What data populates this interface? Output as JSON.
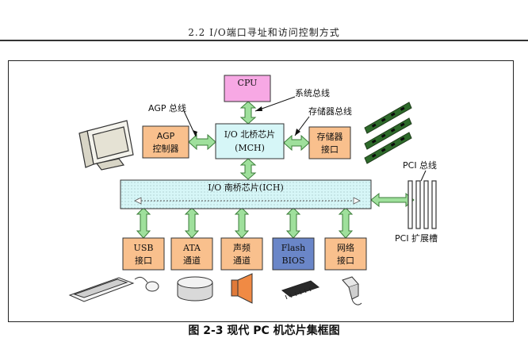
{
  "header": {
    "title": "2.2 I/O端口寻址和访问控制方式"
  },
  "diagram": {
    "cpu": "CPU",
    "system_bus": "系统总线",
    "agp_bus": "AGP 总线",
    "agp_controller": [
      "AGP",
      "控制器"
    ],
    "north_bridge": [
      "I/O 北桥芯片",
      "(MCH)"
    ],
    "memory_bus": "存储器总线",
    "memory_interface": [
      "存储器",
      "接口"
    ],
    "south_bridge": "I/O 南桥芯片(ICH)",
    "pci_bus": "PCI 总线",
    "pci_slots": "PCI 扩展槽",
    "interfaces": [
      {
        "lines": [
          "USB",
          "接口"
        ]
      },
      {
        "lines": [
          "ATA",
          "通道"
        ]
      },
      {
        "lines": [
          "声频",
          "通道"
        ]
      },
      {
        "lines": [
          "Flash",
          "BIOS"
        ]
      },
      {
        "lines": [
          "网络",
          "接口"
        ]
      }
    ]
  },
  "caption": "图 2-3 现代 PC 机芯片集框图",
  "colors": {
    "cpu": "#f7a8e4",
    "bridge": "#d6f6f7",
    "orange": "#f9c08d",
    "flash": "#6a86c8",
    "arrow": "#9fe09c",
    "arrow_stroke": "#3b7d39"
  }
}
